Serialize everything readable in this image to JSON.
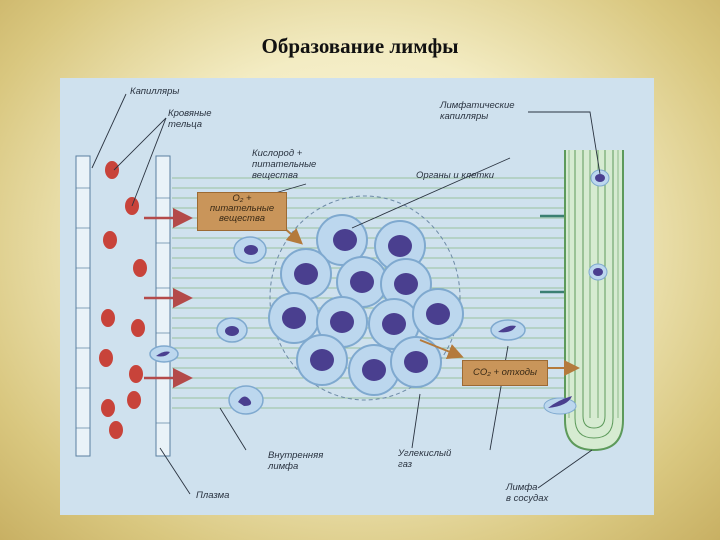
{
  "slide": {
    "title": "Образование лимфы"
  },
  "diagram": {
    "labels": {
      "capillaries": "Капилляры",
      "blood_cells": "Кровяные\nтельца",
      "oxygen_nutrients": "Кислород +\nпитательные\nвещества",
      "lymph_capillaries": "Лимфатические\nкапилляры",
      "organs_cells": "Органы и клетки",
      "internal_lymph": "Внутренняя\nлимфа",
      "carbon_dioxide": "Углекислый\nгаз",
      "plasma": "Плазма",
      "lymph_in_vessels": "Лимфа\nв сосудах"
    },
    "boxes": {
      "o2_box": "O₂ +\nпитательные\nвещества",
      "co2_box": "CO₂ + отходы"
    },
    "colors": {
      "background": "#cfe1ee",
      "capillary_fill": "#e9f2f8",
      "red_cell": "#c8433a",
      "cell_membrane": "#a9c8e6",
      "nucleus": "#4a3f8f",
      "lymph_vessel": "#5d9a5b",
      "arrow_red": "#b44a4a",
      "arrow_teal": "#3b7f72",
      "box": "#c9955a"
    }
  }
}
